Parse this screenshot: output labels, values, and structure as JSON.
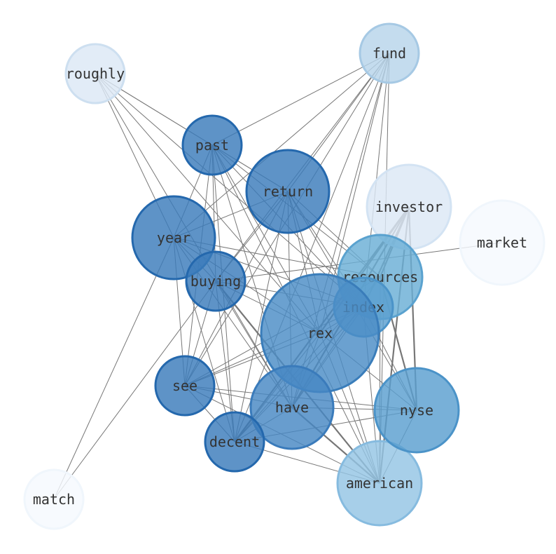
{
  "graph": {
    "nodes": [
      {
        "id": "fund",
        "label": "fund",
        "fill": "#b7d4ea",
        "stroke": "#a6c9e4"
      },
      {
        "id": "roughly",
        "label": "roughly",
        "fill": "#dce8f5",
        "stroke": "#cddff0"
      },
      {
        "id": "past",
        "label": "past",
        "fill": "#3a7bbb",
        "stroke": "#2468ad"
      },
      {
        "id": "return",
        "label": "return",
        "fill": "#3a7bbb",
        "stroke": "#2468ad"
      },
      {
        "id": "investor",
        "label": "investor",
        "fill": "#dce8f5",
        "stroke": "#d3e3f3"
      },
      {
        "id": "market",
        "label": "market",
        "fill": "#f5f9fe",
        "stroke": "#f0f6fc"
      },
      {
        "id": "year",
        "label": "year",
        "fill": "#3a7bbb",
        "stroke": "#2468ad"
      },
      {
        "id": "buying",
        "label": "buying",
        "fill": "#3a7bbb",
        "stroke": "#2468ad"
      },
      {
        "id": "resources",
        "label": "resources",
        "fill": "#6aaed6",
        "stroke": "#5aa2cf"
      },
      {
        "id": "index",
        "label": "index",
        "fill": "#5a9fd0",
        "stroke": "#4b93c8"
      },
      {
        "id": "rex",
        "label": "rex",
        "fill": "#4a8cc6",
        "stroke": "#3a7dba"
      },
      {
        "id": "see",
        "label": "see",
        "fill": "#3a7bbb",
        "stroke": "#2468ad"
      },
      {
        "id": "have",
        "label": "have",
        "fill": "#4787c3",
        "stroke": "#3a7bbb"
      },
      {
        "id": "nyse",
        "label": "nyse",
        "fill": "#5a9fd0",
        "stroke": "#4b93c8"
      },
      {
        "id": "decent",
        "label": "decent",
        "fill": "#3a7bbb",
        "stroke": "#2468ad"
      },
      {
        "id": "american",
        "label": "american",
        "fill": "#94c4e4",
        "stroke": "#86bbdf"
      },
      {
        "id": "match",
        "label": "match",
        "fill": "#f5f9fe",
        "stroke": "#f0f6fc"
      }
    ],
    "edges": [
      [
        "fund",
        "past"
      ],
      [
        "fund",
        "return"
      ],
      [
        "fund",
        "year"
      ],
      [
        "fund",
        "have"
      ],
      [
        "fund",
        "index"
      ],
      [
        "fund",
        "rex"
      ],
      [
        "fund",
        "decent"
      ],
      [
        "fund",
        "see"
      ],
      [
        "fund",
        "buying"
      ],
      [
        "fund",
        "american"
      ],
      [
        "roughly",
        "past"
      ],
      [
        "roughly",
        "return"
      ],
      [
        "roughly",
        "have"
      ],
      [
        "roughly",
        "index"
      ],
      [
        "roughly",
        "year"
      ],
      [
        "roughly",
        "rex"
      ],
      [
        "past",
        "return"
      ],
      [
        "past",
        "year"
      ],
      [
        "past",
        "buying"
      ],
      [
        "past",
        "see"
      ],
      [
        "past",
        "decent"
      ],
      [
        "past",
        "have"
      ],
      [
        "past",
        "rex"
      ],
      [
        "past",
        "index"
      ],
      [
        "past",
        "resources"
      ],
      [
        "past",
        "american"
      ],
      [
        "return",
        "year"
      ],
      [
        "return",
        "buying"
      ],
      [
        "return",
        "see"
      ],
      [
        "return",
        "decent"
      ],
      [
        "return",
        "have"
      ],
      [
        "return",
        "rex"
      ],
      [
        "return",
        "index"
      ],
      [
        "return",
        "resources"
      ],
      [
        "return",
        "nyse"
      ],
      [
        "return",
        "american"
      ],
      [
        "investor",
        "rex"
      ],
      [
        "investor",
        "index"
      ],
      [
        "investor",
        "have"
      ],
      [
        "investor",
        "nyse"
      ],
      [
        "investor",
        "american"
      ],
      [
        "investor",
        "decent"
      ],
      [
        "investor",
        "resources"
      ],
      [
        "market",
        "buying"
      ],
      [
        "year",
        "buying"
      ],
      [
        "year",
        "see"
      ],
      [
        "year",
        "decent"
      ],
      [
        "year",
        "have"
      ],
      [
        "year",
        "rex"
      ],
      [
        "year",
        "index"
      ],
      [
        "year",
        "match"
      ],
      [
        "year",
        "resources"
      ],
      [
        "buying",
        "see"
      ],
      [
        "buying",
        "have"
      ],
      [
        "buying",
        "rex"
      ],
      [
        "buying",
        "index"
      ],
      [
        "buying",
        "american"
      ],
      [
        "buying",
        "match"
      ],
      [
        "buying",
        "decent"
      ],
      [
        "resources",
        "nyse"
      ],
      [
        "resources",
        "american"
      ],
      [
        "resources",
        "decent"
      ],
      [
        "resources",
        "see"
      ],
      [
        "resources",
        "have"
      ],
      [
        "index",
        "rex"
      ],
      [
        "index",
        "have"
      ],
      [
        "index",
        "see"
      ],
      [
        "index",
        "decent"
      ],
      [
        "index",
        "nyse"
      ],
      [
        "index",
        "american"
      ],
      [
        "rex",
        "see"
      ],
      [
        "rex",
        "have"
      ],
      [
        "rex",
        "nyse"
      ],
      [
        "rex",
        "decent"
      ],
      [
        "rex",
        "american"
      ],
      [
        "see",
        "have"
      ],
      [
        "see",
        "nyse"
      ],
      [
        "see",
        "decent"
      ],
      [
        "see",
        "american"
      ],
      [
        "have",
        "nyse"
      ],
      [
        "have",
        "decent"
      ],
      [
        "have",
        "american"
      ],
      [
        "nyse",
        "decent"
      ],
      [
        "nyse",
        "american"
      ],
      [
        "decent",
        "american"
      ]
    ]
  }
}
